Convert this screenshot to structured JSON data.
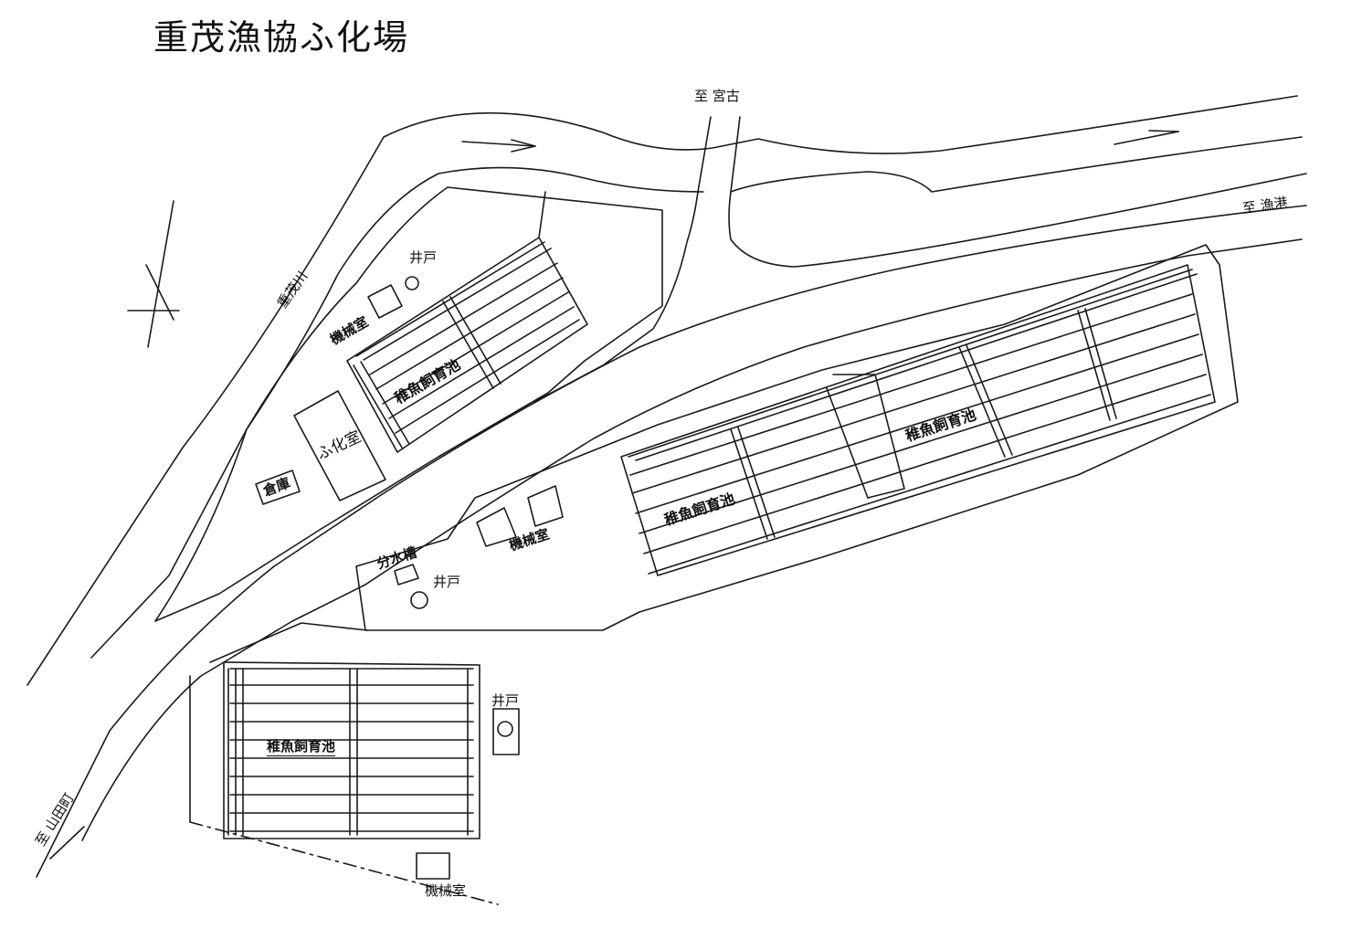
{
  "title": "重茂漁協ふ化場",
  "roads": {
    "to_miyako": "至 宮古",
    "to_fishing_port": "至 漁港",
    "to_yamadamachi": "至 山田町"
  },
  "river": "重茂川",
  "facilities": {
    "well_upper": "井戸",
    "machine_room_upper": "機械室",
    "pond_upper": "稚魚飼育池",
    "hatchery": "ふ化室",
    "warehouse": "倉庫",
    "pond_right_a": "稚魚飼育池",
    "pond_right_b": "稚魚飼育池",
    "machine_room_mid": "機械室",
    "distribution_tank": "分水槽",
    "well_mid": "井戸",
    "pond_lower": "稚魚飼育池",
    "well_lower": "井戸",
    "machine_room_lower": "機械室"
  }
}
